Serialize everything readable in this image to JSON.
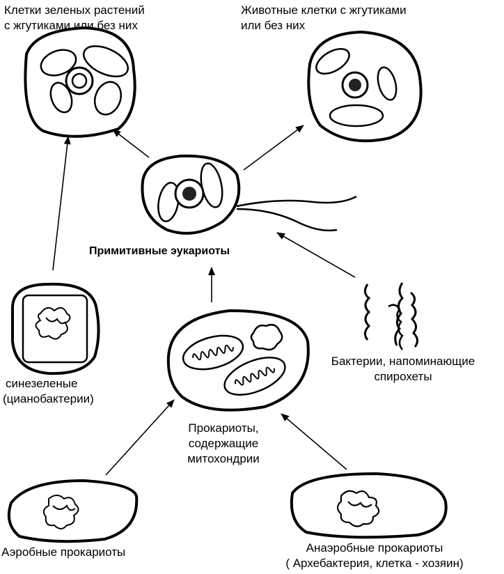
{
  "labels": {
    "green_plants": [
      "Клетки зеленых растений",
      "с жгутиками или без них"
    ],
    "animal_cells": [
      "Животные клетки с жгутиками",
      "или без них"
    ],
    "primitive_eukaryotes": "Примитивные эукариоты",
    "cyanobacteria": [
      "синезеленые",
      "(цианобактерии)"
    ],
    "spirochetes": [
      "Бактерии, напоминающие",
      "спирохеты"
    ],
    "mito_prokaryotes": [
      "Прокариоты,",
      "содержащие",
      "митохондрии"
    ],
    "aerobic": "Аэробные прокариоты",
    "anaerobic": [
      "Анаэробные прокариоты",
      "( Архебактерия, клетка - хозяин)"
    ]
  }
}
